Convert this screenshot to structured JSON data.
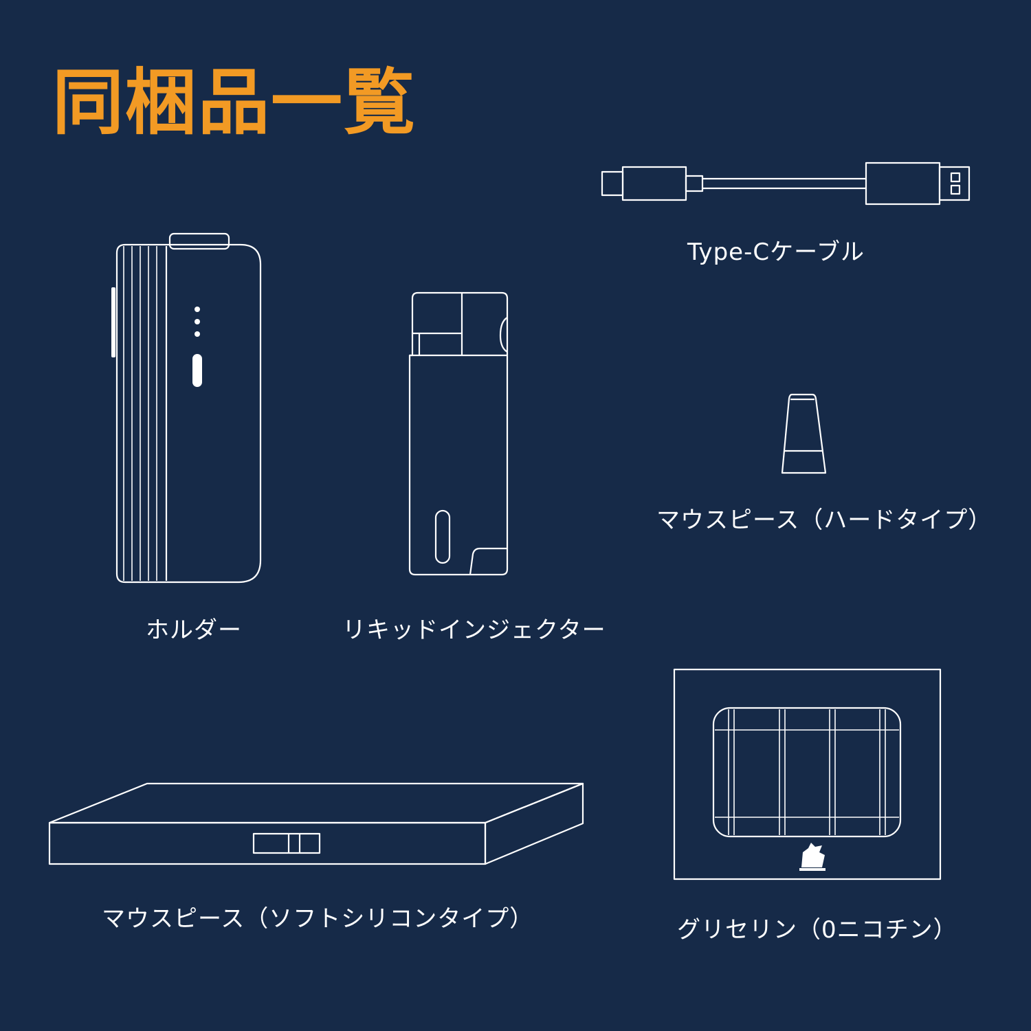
{
  "title": "同梱品一覧",
  "colors": {
    "background": "#162a48",
    "title": "#f29a24",
    "line": "#ffffff"
  },
  "items": [
    {
      "icon": "holder-device-icon",
      "label": "ホルダー"
    },
    {
      "icon": "liquid-injector-icon",
      "label": "リキッドインジェクター"
    },
    {
      "icon": "usb-type-c-cable-icon",
      "label": "Type-Cケーブル"
    },
    {
      "icon": "hard-mouthpiece-icon",
      "label": "マウスピース（ハードタイプ）"
    },
    {
      "icon": "soft-mouthpiece-box-icon",
      "label": "マウスピース（ソフトシリコンタイプ）"
    },
    {
      "icon": "glycerin-pack-icon",
      "label": "グリセリン（0ニコチン）"
    }
  ]
}
